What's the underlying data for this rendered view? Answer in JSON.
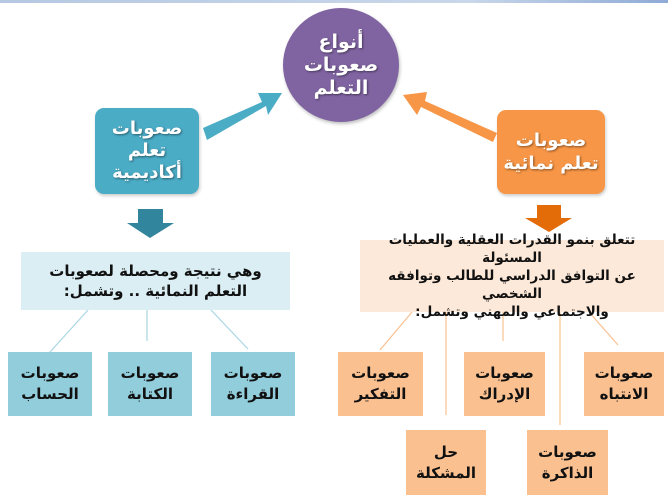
{
  "diagram": {
    "root": {
      "label": "أنواع\nصعوبات\nالتعلم",
      "color": "#8064a2"
    },
    "branches": [
      {
        "id": "academic",
        "label": "صعوبات\nتعلم\nأكاديمية",
        "color": "#4bacc6",
        "arrow_color": "#31859c",
        "description": "وهي نتيجة ومحصلة لصعوبات\nالتعلم النمائية .. وتشمل:",
        "description_bg": "#dbeef4",
        "leaf_color": "#92cddc",
        "children": [
          {
            "label": "صعوبات\nالقراءة"
          },
          {
            "label": "صعوبات\nالكتابة"
          },
          {
            "label": "صعوبات\nالحساب"
          }
        ]
      },
      {
        "id": "developmental",
        "label": "صعوبات\nتعلم نمائية",
        "color": "#f79646",
        "arrow_color": "#e36c09",
        "description": "تتعلق بنمو القدرات العقلية والعمليات المسئولة\nعن التوافق الدراسي للطالب وتوافقه الشخصي\nوالاجتماعي والمهني وتشمل:",
        "description_bg": "#fde9d9",
        "leaf_color": "#fac090",
        "children": [
          {
            "label": "صعوبات\nالانتباه"
          },
          {
            "label": "صعوبات\nالإدراك"
          },
          {
            "label": "صعوبات\nالتفكير"
          },
          {
            "label": "صعوبات\nالذاكرة"
          },
          {
            "label": "حل\nالمشكلة"
          }
        ]
      }
    ]
  }
}
